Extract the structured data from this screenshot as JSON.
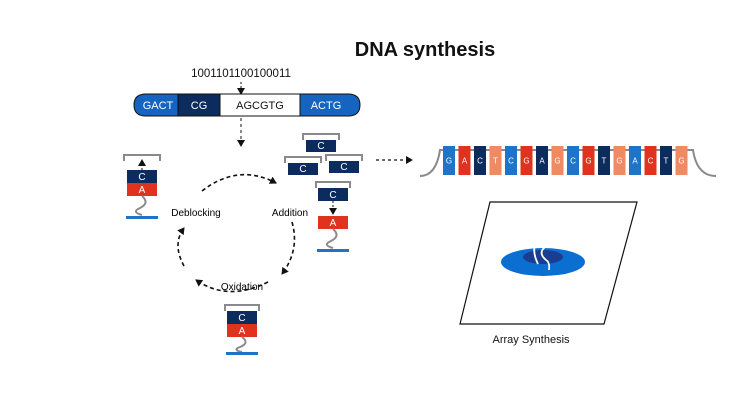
{
  "title": "DNA synthesis",
  "binary": "1001101100100011",
  "segments": [
    {
      "label": "GACT",
      "fill": "#1565c0",
      "text": "#ffffff"
    },
    {
      "label": "CG",
      "fill": "#0d2c5e",
      "text": "#ffffff"
    },
    {
      "label": "AGCGTG",
      "fill": "#ffffff",
      "text": "#111111"
    },
    {
      "label": "ACTG",
      "fill": "#1565c0",
      "text": "#ffffff"
    }
  ],
  "cycle": {
    "deblocking": "Deblocking",
    "addition": "Addition",
    "oxidation": "Oxidation"
  },
  "bases": {
    "c": "C",
    "a": "A"
  },
  "strand": [
    "G",
    "A",
    "C",
    "T",
    "C",
    "G",
    "A",
    "G",
    "C",
    "G",
    "T",
    "G",
    "A",
    "C",
    "T",
    "G"
  ],
  "array_label": "Array Synthesis",
  "colors": {
    "navy": "#0d2c5e",
    "blue": "#1e74c9",
    "red": "#e0331f",
    "orange": "#f08a62",
    "gray": "#8a8a8a",
    "ellipse_outer": "#0b6fd1",
    "ellipse_inner": "#1a3d8f"
  }
}
